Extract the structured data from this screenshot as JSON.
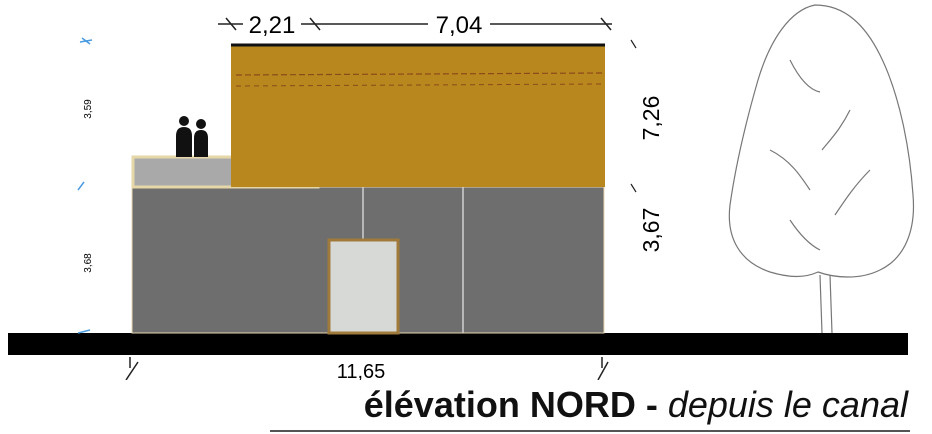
{
  "drawing": {
    "dim_top_left": "2,21",
    "dim_top_right": "7,04",
    "dim_right_upper": "7,26",
    "dim_right_lower": "3,67",
    "dim_left_upper": "3,59",
    "dim_left_lower": "3,68",
    "dim_bottom": "11,65"
  },
  "caption": {
    "main": "élévation NORD - ",
    "sub": "depuis le canal"
  },
  "colors": {
    "upper_volume": "#b8871e",
    "lower_volume": "#6e6e6e",
    "terrace": "#a9a9a9",
    "door": "#d7d9d7",
    "ground": "#000000",
    "ref_marks": "#4a9be0"
  }
}
